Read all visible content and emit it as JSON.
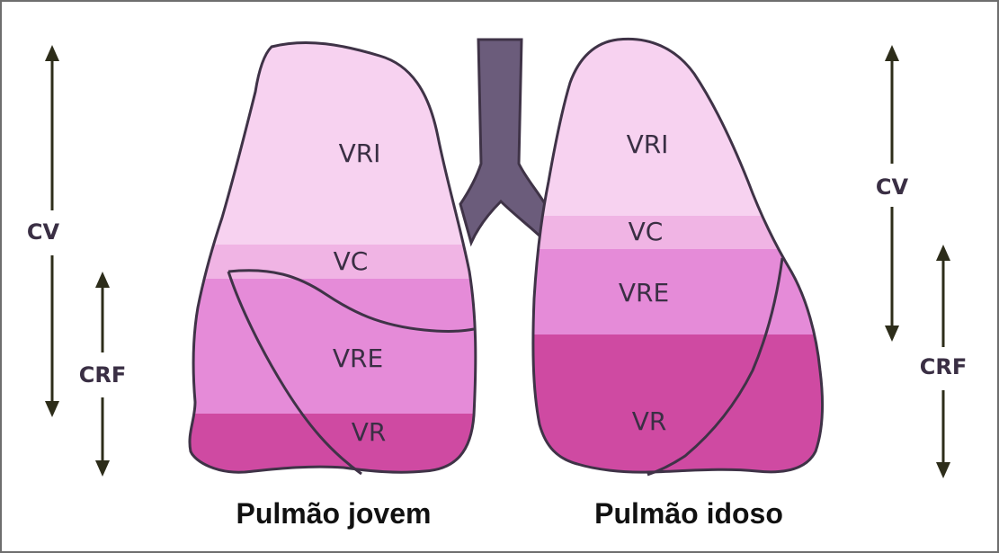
{
  "colors": {
    "vri": "#f7d2f0",
    "vc": "#f0b4e4",
    "vre": "#e58bd8",
    "vr": "#cf4aa2",
    "trachea": "#6b5c7b",
    "outline": "#3f3347",
    "arrows": "#2d2d1a"
  },
  "young_lung": {
    "caption": "Pulmão jovem",
    "zones": {
      "vri": "VRI",
      "vc": "VC",
      "vre": "VRE",
      "vr": "VR"
    },
    "measures": {
      "cv": "CV",
      "crf": "CRF"
    }
  },
  "old_lung": {
    "caption": "Pulmão idoso",
    "zones": {
      "vri": "VRI",
      "vc": "VC",
      "vre": "VRE",
      "vr": "VR"
    },
    "measures": {
      "cv": "CV",
      "crf": "CRF"
    }
  }
}
